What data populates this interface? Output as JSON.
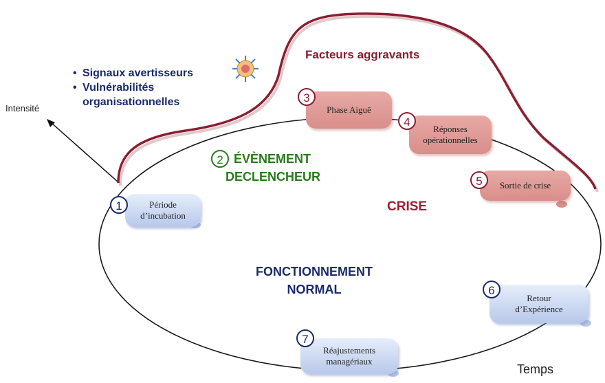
{
  "axes": {
    "y_label": "Intensité",
    "x_label": "Temps"
  },
  "signals": [
    "Signaux avertisseurs",
    "Vulnérabilités",
    "organisationnelles"
  ],
  "aggravating_label": "Facteurs aggravants",
  "trigger": {
    "number": "2",
    "line1": "ÉVÈNEMENT",
    "line2": "DECLENCHEUR"
  },
  "crisis_label": "CRISE",
  "normal_label": {
    "line1": "FONCTIONNEMENT",
    "line2": "NORMAL"
  },
  "stages": [
    {
      "number": "1",
      "line1": "Période",
      "line2": "d’incubation"
    },
    {
      "number": "3",
      "line1": "Phase Aiguë",
      "line2": ""
    },
    {
      "number": "4",
      "line1": "Réponses",
      "line2": "opérationnelles"
    },
    {
      "number": "5",
      "line1": "Sortie de crise",
      "line2": ""
    },
    {
      "number": "6",
      "line1": "Retour",
      "line2": "d’Expérience"
    },
    {
      "number": "7",
      "line1": "Réajustements",
      "line2": "managériaux"
    }
  ],
  "colors": {
    "ellipse": "#1a1a1a",
    "curve": "#8c1e32",
    "normal": "#1a2a6c",
    "trigger": "#2a7a1f",
    "crisis": "#a31a33"
  },
  "icons": [
    "virus-icon"
  ]
}
